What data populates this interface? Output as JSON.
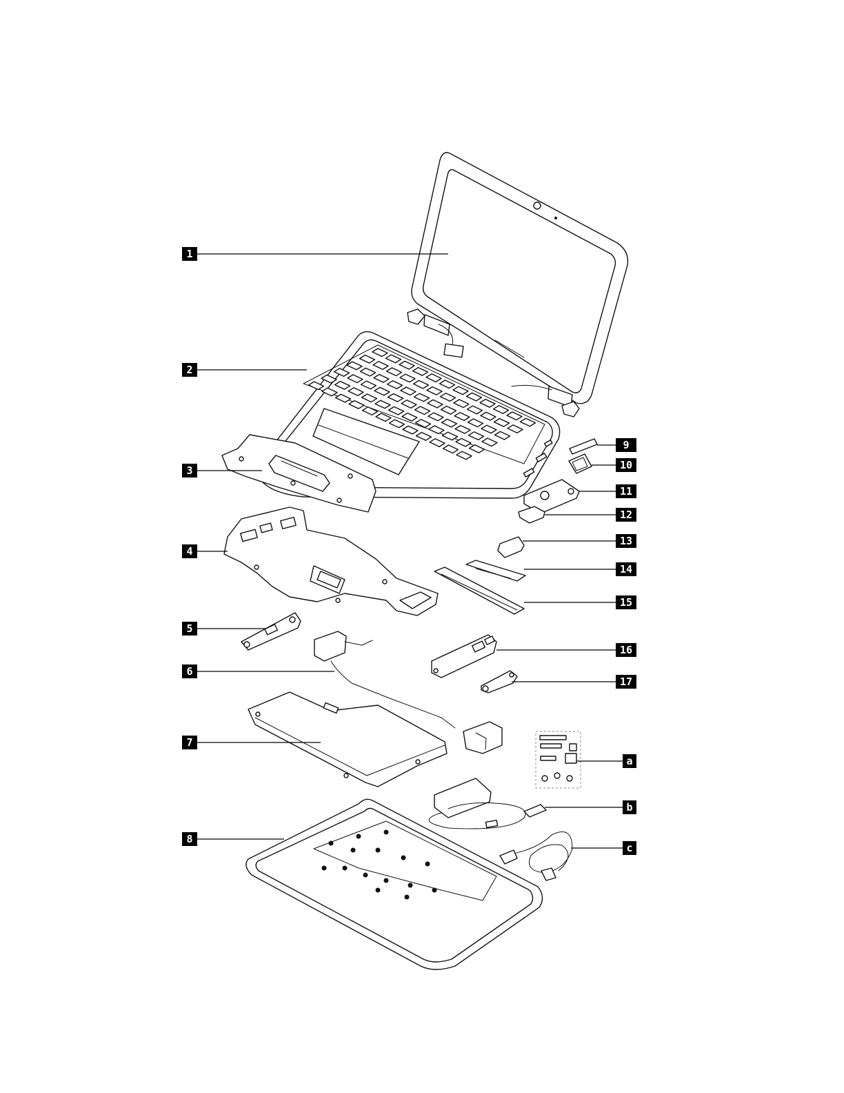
{
  "callouts": [
    {
      "id": "c1",
      "label": "1"
    },
    {
      "id": "c2",
      "label": "2"
    },
    {
      "id": "c3",
      "label": "3"
    },
    {
      "id": "c4",
      "label": "4"
    },
    {
      "id": "c5",
      "label": "5"
    },
    {
      "id": "c6",
      "label": "6"
    },
    {
      "id": "c7",
      "label": "7"
    },
    {
      "id": "c8",
      "label": "8"
    },
    {
      "id": "c9",
      "label": "9"
    },
    {
      "id": "c10",
      "label": "10"
    },
    {
      "id": "c11",
      "label": "11"
    },
    {
      "id": "c12",
      "label": "12"
    },
    {
      "id": "c13",
      "label": "13"
    },
    {
      "id": "c14",
      "label": "14"
    },
    {
      "id": "c15",
      "label": "15"
    },
    {
      "id": "c16",
      "label": "16"
    },
    {
      "id": "c17",
      "label": "17"
    },
    {
      "id": "ca",
      "label": "a"
    },
    {
      "id": "cb",
      "label": "b"
    },
    {
      "id": "cc",
      "label": "c"
    }
  ],
  "colors": {
    "ink": "#111111",
    "background": "#ffffff",
    "callout": "#000000"
  }
}
